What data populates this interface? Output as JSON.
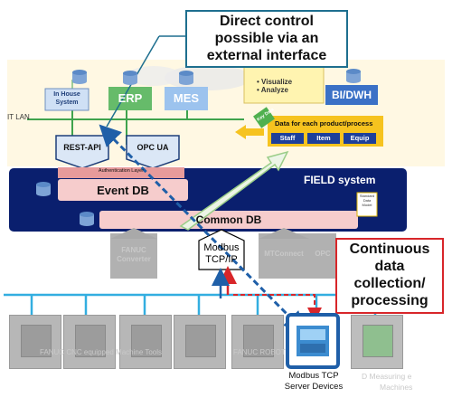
{
  "callouts": {
    "direct_control": [
      "Direct control",
      "possible via an",
      "external interface"
    ],
    "continuous": [
      "Continuous",
      "data",
      "collection/",
      "processing"
    ]
  },
  "it_system": {
    "visualize": "• Visualize",
    "analyze": "• Analyze",
    "bi_dwh": "BI/DWH",
    "in_house": [
      "In House",
      "System"
    ],
    "erp": "ERP",
    "mes": "MES",
    "it_lan": "IT LAN",
    "key_data": "Key Data",
    "data_each": "Data for each product/process",
    "data_tabs": [
      "Staff",
      "Item",
      "Equip"
    ],
    "rest_api": "REST-API",
    "opc_ua": "OPC UA",
    "auth_layer": "Authentication Layer"
  },
  "field_system": {
    "title": "FIELD system",
    "event_db": "Event DB",
    "common_db": "Common DB",
    "standard_data": [
      "Standard",
      "Data",
      "Model"
    ],
    "fanuc_converter": [
      "FANUC",
      "Converter"
    ],
    "modbus": [
      "Modbus",
      "TCP/IP"
    ],
    "mt_connect": "MTConnect",
    "opc_small": "OPC"
  },
  "devices": {
    "fanuc_cnc": "FANUC CNC equipped Machine Tools",
    "fanuc_robot": "FANUC ROBOT",
    "modbus_server": [
      "Modbus TCP",
      "Server Devices"
    ],
    "measuring": [
      "Measuring e",
      "Machines"
    ],
    "measuring_prefix": "D"
  },
  "colors": {
    "field_bg": "#0a1f6e",
    "it_bg": "#fff8e3",
    "blue_box": "#3b71c6",
    "green_box": "#66bb6a",
    "pink_db": "#f6cccc",
    "lan_line": "#33aee0",
    "red_callout": "#d8262a",
    "teal_callout": "#1e6f8f"
  }
}
